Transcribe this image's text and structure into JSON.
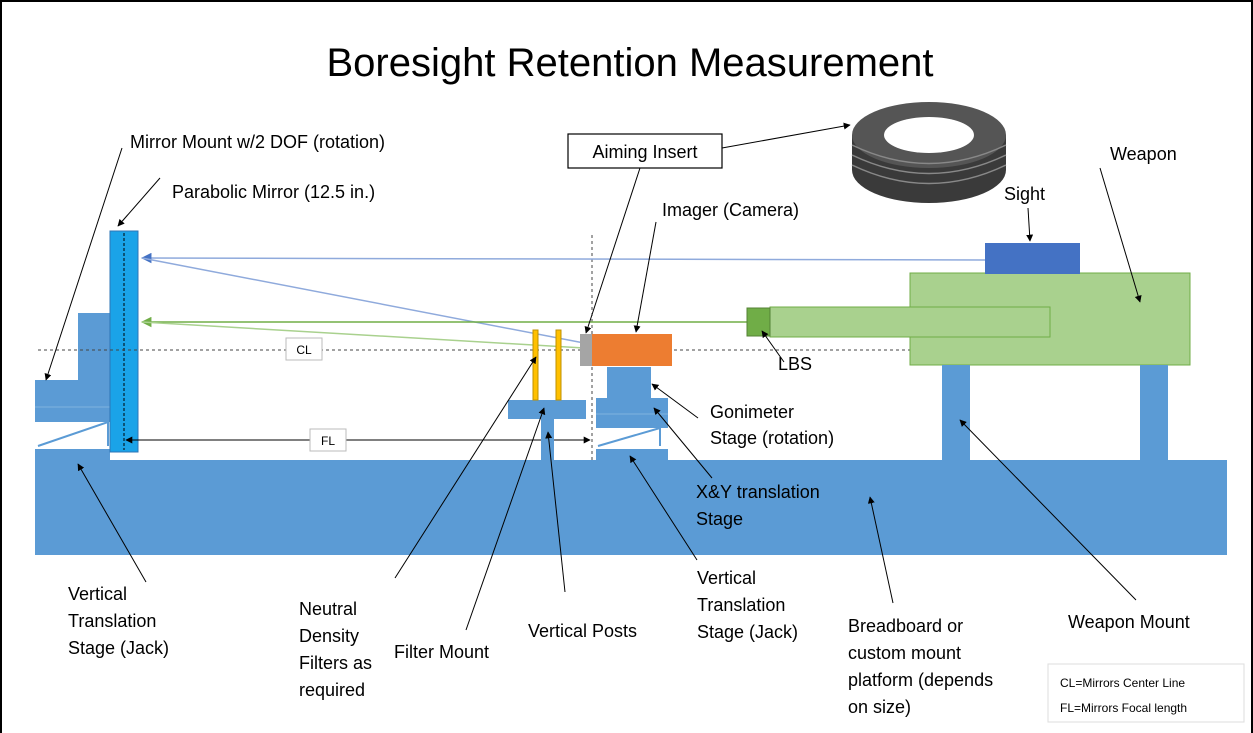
{
  "title": "Boresight Retention Measurement",
  "labels": {
    "mirror_mount": "Mirror Mount w/2 DOF (rotation)",
    "parabolic_mirror": "Parabolic Mirror (12.5 in.)",
    "aiming_insert": "Aiming Insert",
    "imager": "Imager (Camera)",
    "weapon": "Weapon",
    "sight": "Sight",
    "lbs": "LBS",
    "cl": "CL",
    "fl": "FL",
    "gonimeter_1": "Gonimeter",
    "gonimeter_2": "Stage (rotation)",
    "xy_1": "X&Y translation",
    "xy_2": "Stage",
    "vtsl_1": "Vertical",
    "vtsl_2": "Translation",
    "vtsl_3": "Stage (Jack)",
    "ndf_1": "Neutral",
    "ndf_2": "Density",
    "ndf_3": "Filters as",
    "ndf_4": "required",
    "filter_mount": "Filter Mount",
    "vertical_posts": "Vertical Posts",
    "vtsr_1": "Vertical",
    "vtsr_2": "Translation",
    "vtsr_3": "Stage (Jack)",
    "bb_1": "Breadboard or",
    "bb_2": "custom mount",
    "bb_3": "platform (depends",
    "bb_4": "on size)",
    "weapon_mount": "Weapon Mount",
    "legend_cl": "CL=Mirrors Center Line",
    "legend_fl": "FL=Mirrors Focal length"
  },
  "colors": {
    "stage_blue": "#5b9bd5",
    "mirror_cyan": "#1aa3e8",
    "weapon_green": "#a9d18e",
    "lbs_green": "#70ad47",
    "imager_orange": "#ed7d31",
    "filter_yellow": "#ffc000",
    "sight_blue": "#4472c4"
  }
}
